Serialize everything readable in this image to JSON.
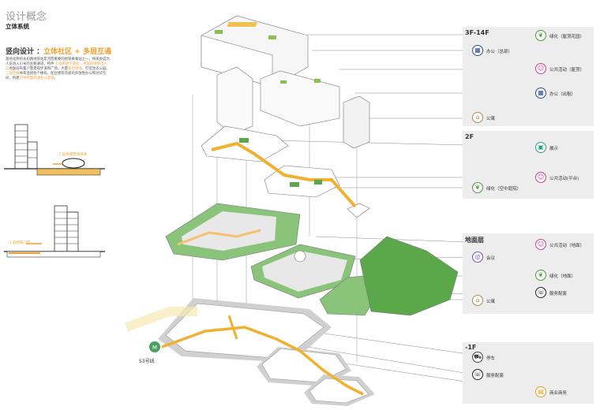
{
  "header": {
    "title": "设计概念",
    "subtitle": "立体系统"
  },
  "concept": {
    "heading_prefix": "竖向设计 ：",
    "heading_highlight": "立体社区 + 多层互通",
    "body_1": "基地北侧的永初路地铁站是河西重要的地铁换乘站之一，将来会成为人员进入小米的主要通道，构件",
    "body_hl_1": "-1 层的地下商业、半层的地铁出入口",
    "body_2": "地面层布置少量景观步道和广场，大量",
    "body_hl_2": "复合绿地",
    "body_3": "、打造生态公园。",
    "body_hl_3": "二层连廊",
    "body_4": "体系连接各个楼栋，配合建筑内部的开放性办公和讨论空间，构建",
    "body_hl_4": "空中绿意开放办公景观",
    "body_5": "。"
  },
  "sections": {
    "top_label": "-1 层地景营商体系",
    "bottom_label": "-1 层地铁门厅"
  },
  "station": {
    "label": "S3号线"
  },
  "panels": [
    {
      "title": "3F-14F",
      "items": [
        {
          "label": "绿化（屋顶花园）",
          "icon": "leaf-icon",
          "color": "#4a9a3a"
        },
        {
          "label": "办公（总部）",
          "icon": "office-icon",
          "color": "#2a4a9a"
        },
        {
          "label": "公共活动（屋顶）",
          "icon": "people-icon",
          "color": "#d0408a"
        },
        {
          "label": "办公（出租）",
          "icon": "office-icon",
          "color": "#2a4a9a"
        },
        {
          "label": "公寓",
          "icon": "apartment-icon",
          "color": "#b08a50"
        }
      ]
    },
    {
      "title": "2F",
      "items": [
        {
          "label": "展示",
          "icon": "display-icon",
          "color": "#2aa080"
        },
        {
          "label": "公共活动(平台)",
          "icon": "people-icon",
          "color": "#d0408a"
        },
        {
          "label": "绿化（空中庭院）",
          "icon": "leaf-icon",
          "color": "#4a9a3a"
        }
      ]
    },
    {
      "title": "地面层",
      "items": [
        {
          "label": "公共活动（地面）",
          "icon": "people-icon",
          "color": "#d0408a"
        },
        {
          "label": "会议",
          "icon": "meeting-icon",
          "color": "#7a50c0"
        },
        {
          "label": "绿化（地面）",
          "icon": "leaf-icon",
          "color": "#4a9a3a"
        },
        {
          "label": "服务配套",
          "icon": "service-icon",
          "color": "#222222"
        },
        {
          "label": "公寓",
          "icon": "apartment-icon",
          "color": "#b08a50"
        }
      ]
    },
    {
      "title": "-1F",
      "items": [
        {
          "label": "停车",
          "icon": "car-icon",
          "color": "#444444"
        },
        {
          "label": "服务配套",
          "icon": "service-icon",
          "color": "#222222"
        },
        {
          "label": "商业商务",
          "icon": "commerce-icon",
          "color": "#e0a020"
        }
      ]
    }
  ],
  "colors": {
    "accent": "#f0a030",
    "green": "#5aa84a",
    "panel_bg": "#ededed"
  }
}
